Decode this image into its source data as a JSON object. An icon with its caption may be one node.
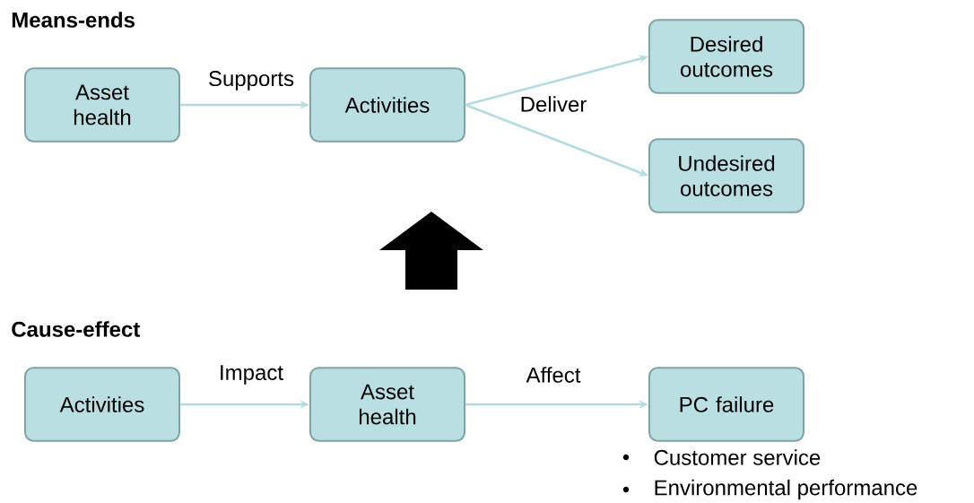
{
  "diagram": {
    "nodes": [
      {
        "text": [
          "Asset health"
        ]
      },
      {
        "text": [
          "Activities"
        ]
      },
      {
        "text": [
          "Desired outcomes"
        ]
      },
      {
        "text": [
          "Undesired outcomes"
        ]
      },
      {
        "text": [
          "Activities"
        ]
      },
      {
        "text": [
          "Asset health"
        ]
      },
      {
        "text": [
          "PC failure"
        ],
        "beside": [
          "Customer service",
          "Environmental performance"
        ]
      }
    ],
    "edges": [
      {
        "from": 0,
        "to": 1,
        "arrow": "to",
        "label": "Supports"
      },
      {
        "from": 1,
        "to": 2,
        "arrow": "to",
        "label": "Deliver"
      },
      {
        "from": 1,
        "to": 3,
        "arrow": "to"
      },
      {
        "from": 4,
        "to": 5,
        "arrow": "to",
        "label": "Impact"
      },
      {
        "from": 5,
        "to": 6,
        "arrow": "to",
        "label": "Affect"
      }
    ],
    "labels": [
      "Means-ends",
      "Cause-effect"
    ]
  }
}
